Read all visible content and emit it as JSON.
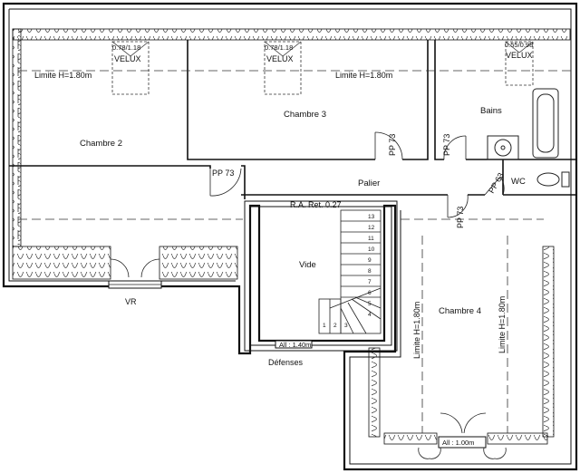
{
  "plan": {
    "rooms": {
      "chambre2": "Chambre 2",
      "chambre3": "Chambre 3",
      "chambre4": "Chambre 4",
      "bains": "Bains",
      "palier": "Palier",
      "vide": "Vide",
      "wc": "WC"
    },
    "limits": {
      "left": "Limite H=1.80m",
      "middle": "Limite H=1.80m",
      "ch4_a": "Limite H=1.80m",
      "ch4_b": "Limite H=1.80m"
    },
    "velux": {
      "v1_dim": "0.78/1.18",
      "v1_label": "VELUX",
      "v2_dim": "0.78/1.18",
      "v2_label": "VELUX",
      "v3_dim": "0.55/0.98",
      "v3_label": "VELUX"
    },
    "doors": {
      "pp_ch3": "PP 73",
      "pp_bains": "PP 73",
      "pp_ch2": "PP 73",
      "pp_wc": "PP 63",
      "pp_ch4": "PP 73"
    },
    "windows": {
      "vr_label": "VR",
      "defenses_dim": "All : 1.40m",
      "defenses_label": "Défenses",
      "ch4_dim": "All : 1.00m"
    },
    "stair": {
      "ra_label": "R.A. Ret. 0.27",
      "steps": [
        "13",
        "12",
        "11",
        "10",
        "9",
        "8",
        "7",
        "6",
        "5",
        "4",
        "3",
        "2",
        "1"
      ]
    }
  }
}
